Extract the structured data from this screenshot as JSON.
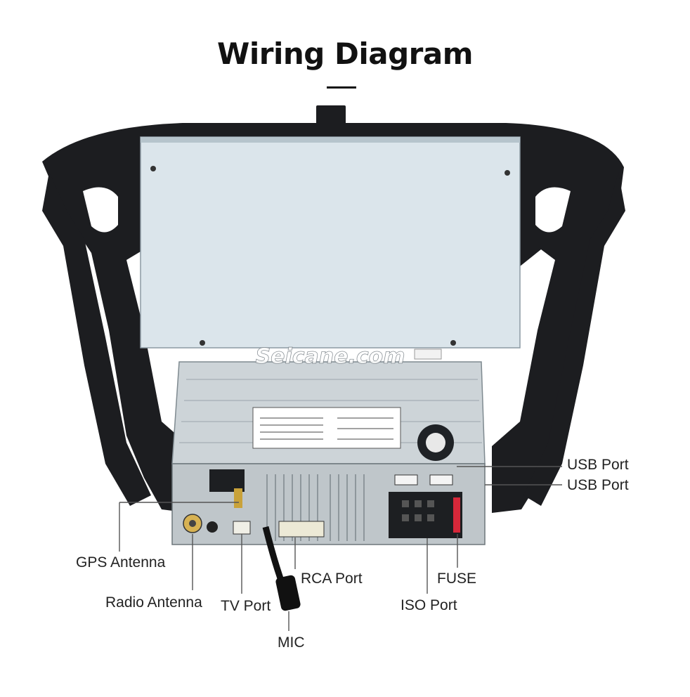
{
  "title": "Wiring Diagram",
  "watermark": "Seicane.com",
  "labels": {
    "usb_port_1": "USB Port",
    "usb_port_2": "USB Port",
    "gps_antenna": "GPS Antenna",
    "radio_antenna": "Radio Antenna",
    "tv_port": "TV Port",
    "rca_port": "RCA  Port",
    "fuse": "FUSE",
    "iso_port": "ISO Port",
    "mic": "MIC"
  },
  "colors": {
    "frame": "#1c1d20",
    "screen_back": "#d9e4ea",
    "chassis": "#c9cfd3",
    "leader_line": "#555555",
    "fuse_red": "#d6283a"
  }
}
